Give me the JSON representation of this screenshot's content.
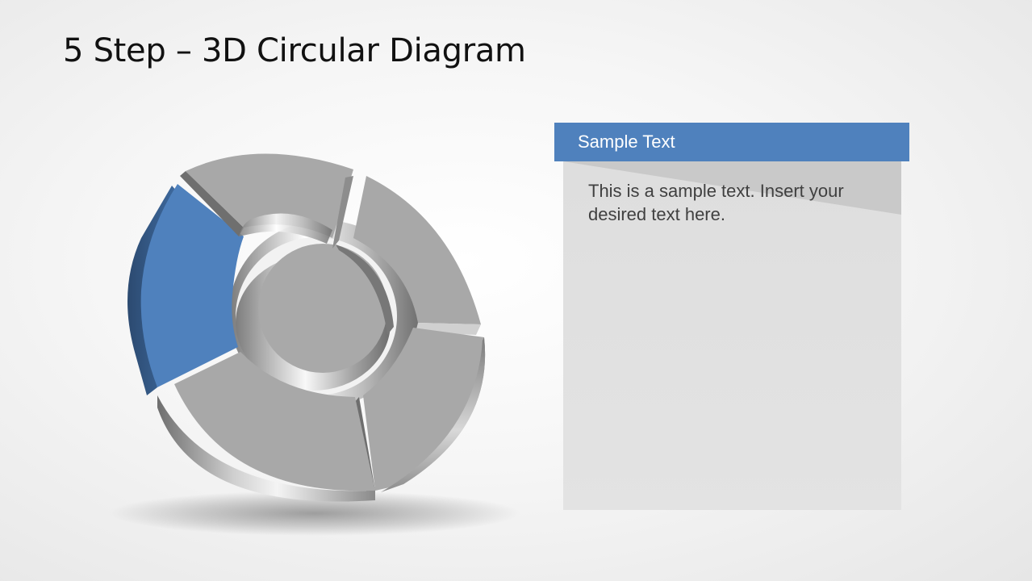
{
  "title": "5 Step – 3D Circular Diagram",
  "diagram": {
    "segments": [
      {
        "id": "step-1",
        "color": "#4f81bd",
        "highlighted": true
      },
      {
        "id": "step-2",
        "color": "#a8a8a8",
        "highlighted": false
      },
      {
        "id": "step-3",
        "color": "#a8a8a8",
        "highlighted": false
      },
      {
        "id": "step-4",
        "color": "#a8a8a8",
        "highlighted": false
      },
      {
        "id": "step-5",
        "color": "#a8a8a8",
        "highlighted": false
      }
    ],
    "center_color": "#a9a9a9"
  },
  "callout": {
    "header": "Sample Text",
    "body": "This is a sample text. Insert your desired text here.",
    "header_color": "#4f81bd"
  }
}
